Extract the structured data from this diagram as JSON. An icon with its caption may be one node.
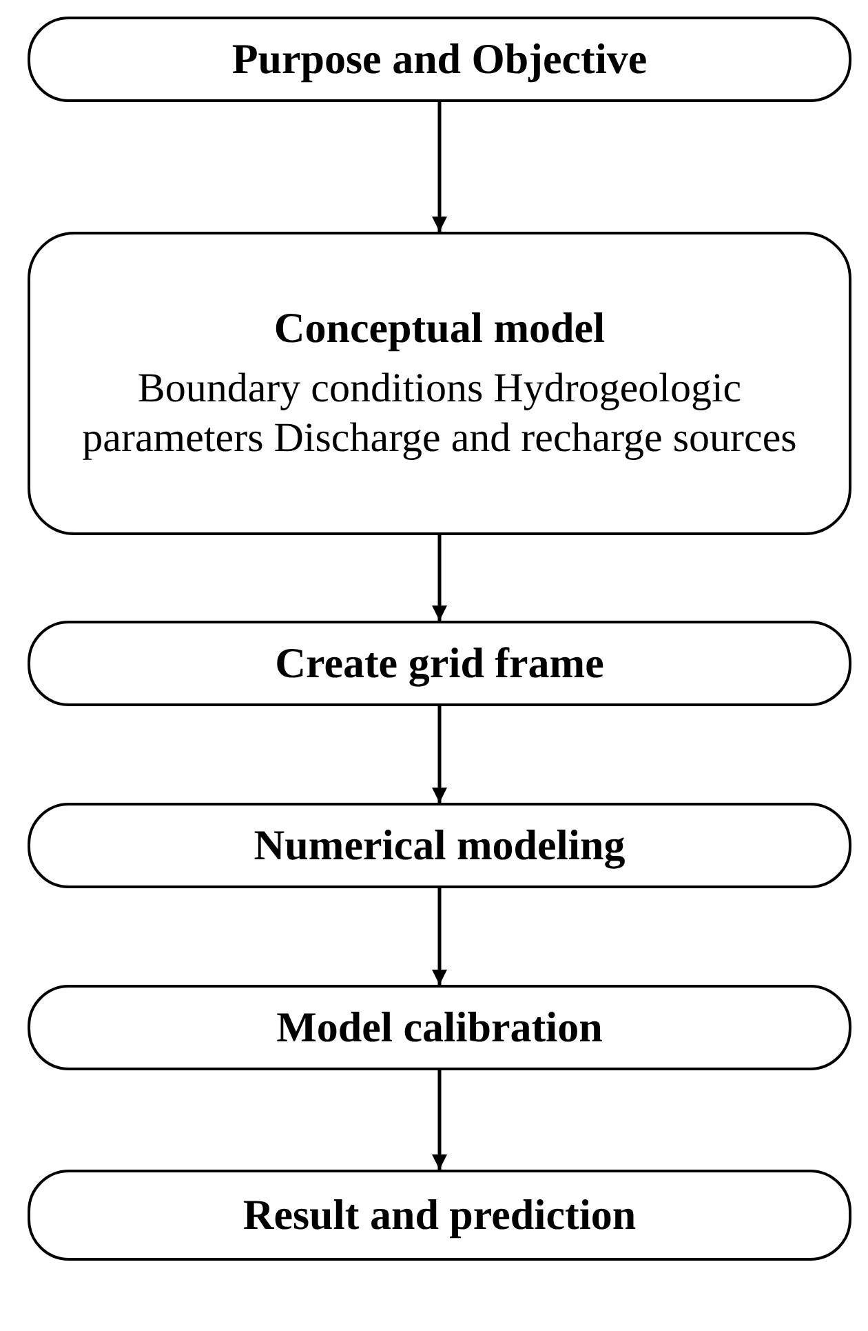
{
  "diagram": {
    "nodes": [
      {
        "text": [
          "Purpose and Objective"
        ]
      },
      {
        "text": [
          "Conceptual model",
          "Boundary conditions Hydrogeologic parameters Discharge and recharge sources"
        ]
      },
      {
        "text": [
          "Create grid frame"
        ]
      },
      {
        "text": [
          "Numerical modeling"
        ]
      },
      {
        "text": [
          "Model calibration"
        ]
      },
      {
        "text": [
          "Result and prediction"
        ]
      }
    ],
    "edges": [
      {
        "from": 0,
        "to": 1,
        "arrow": "to"
      },
      {
        "from": 1,
        "to": 2,
        "arrow": "to"
      },
      {
        "from": 2,
        "to": 3,
        "arrow": "to"
      },
      {
        "from": 3,
        "to": 4,
        "arrow": "to"
      },
      {
        "from": 4,
        "to": 5,
        "arrow": "to"
      }
    ]
  }
}
